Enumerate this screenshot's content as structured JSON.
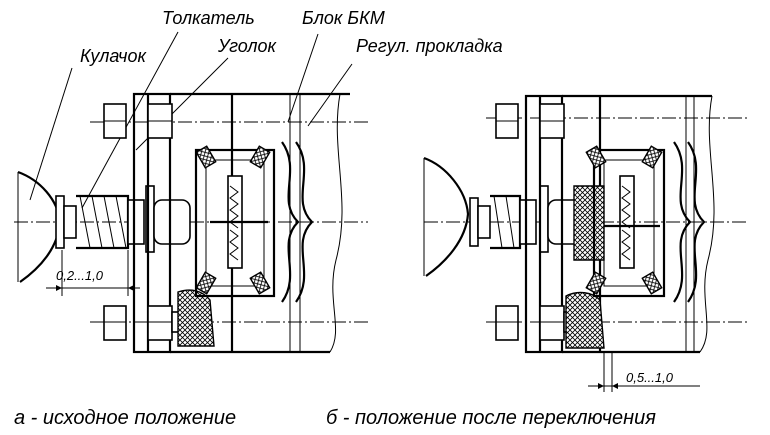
{
  "labels": {
    "cam": "Кулачок",
    "pusher": "Толкатель",
    "angle": "Уголок",
    "block": "Блок БКМ",
    "shim": "Регул. прокладка"
  },
  "dimensions": {
    "left": "0,2...1,0",
    "right": "0,5...1,0"
  },
  "captions": {
    "a": "а - исходное положение",
    "b": "б - положение после переключения"
  }
}
